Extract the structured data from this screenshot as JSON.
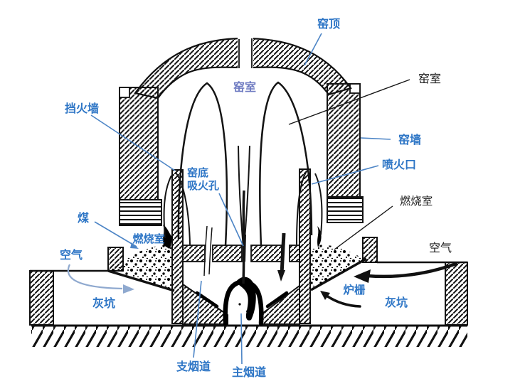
{
  "figure": {
    "type": "kiln-cross-section-diagram",
    "labels": {
      "yao_ding": "窑顶",
      "yao_shi_center": "窑室",
      "yao_shi_right": "窑室",
      "dang_huo_qiang": "挡火墙",
      "yao_qiang": "窑墙",
      "pen_huo_kou": "喷火口",
      "yao_di": "窑底",
      "xi_huo_kong": "吸火孔",
      "mei": "煤",
      "ran_shao_shi_left": "燃烧室",
      "kong_qi_left": "空气",
      "hui_keng_left": "灰坑",
      "zhi_yan_dao": "支烟道",
      "zhu_yan_dao": "主烟道",
      "ran_shao_shi_right": "燃烧室",
      "kong_qi_right": "空气",
      "lu_shan": "炉栅",
      "hui_keng_right": "灰坑"
    },
    "colors": {
      "label_blue": "#2e76c6",
      "label_blue_light": "#6f7cc2",
      "label_black": "#1b1b1b",
      "leader_blue": "#4d85c6",
      "air_arrow_blue": "#8fa9cf",
      "ink": "#111111",
      "background": "#ffffff"
    }
  }
}
